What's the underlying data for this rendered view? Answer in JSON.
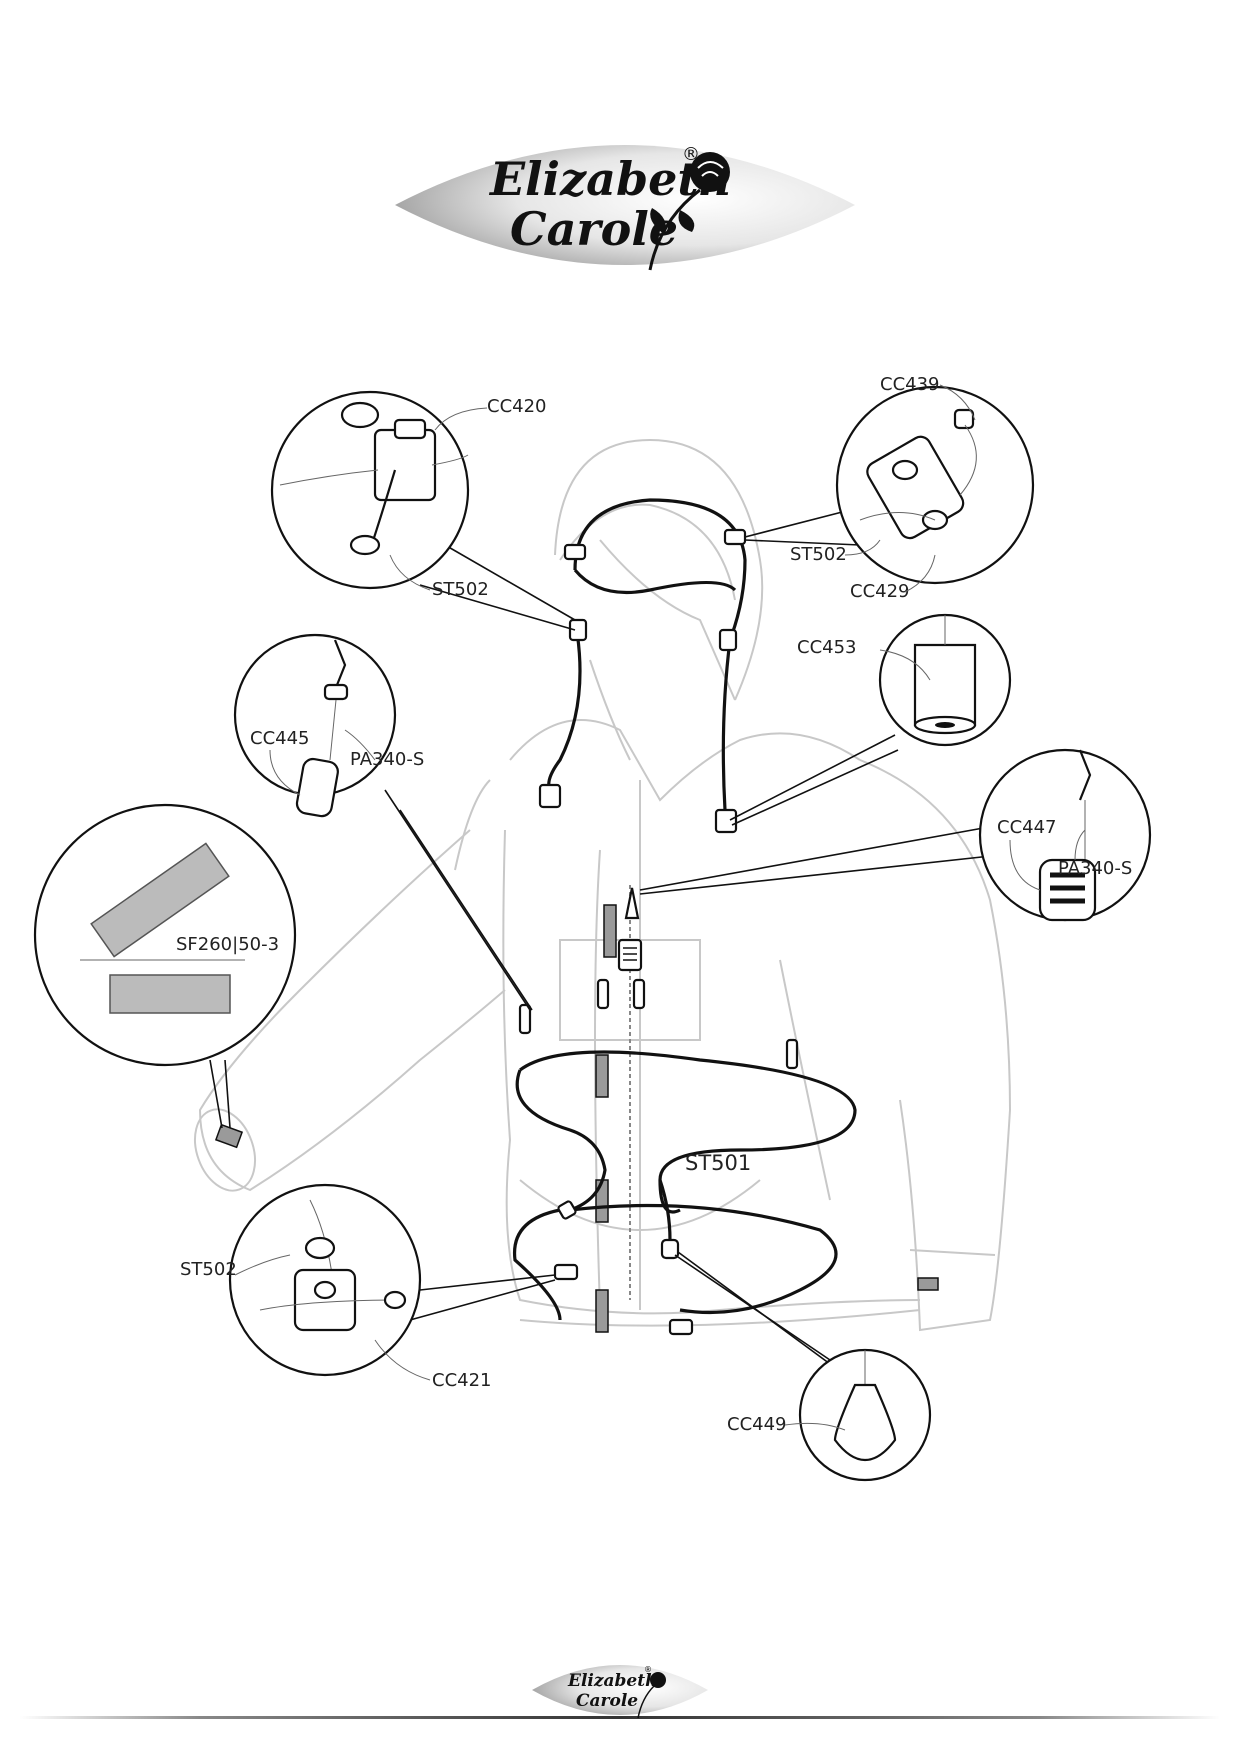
{
  "brand": {
    "line1": "Elizabeth",
    "line2": "Carole",
    "registered": "®"
  },
  "callouts": {
    "cc420": "CC420",
    "st502_hood_left": "ST502",
    "cc439": "CC439",
    "st502_hood_right": "ST502",
    "cc429": "CC429",
    "cc453": "CC453",
    "cc445": "CC445",
    "pa340_left": "PA340-S",
    "cc447": "CC447",
    "pa340_right": "PA340-S",
    "sf260": "SF260|50-3",
    "st501": "ST501",
    "st502_hem": "ST502",
    "cc421": "CC421",
    "cc449": "CC449"
  },
  "colors": {
    "ink": "#111111",
    "garment_outline": "#c8c8c8",
    "reflective_tape": "#9a9a9a"
  },
  "icons": [
    "rose-icon",
    "cord-lock-icon",
    "cord-end-icon",
    "zipper-pull-icon",
    "reflective-tape-icon"
  ]
}
